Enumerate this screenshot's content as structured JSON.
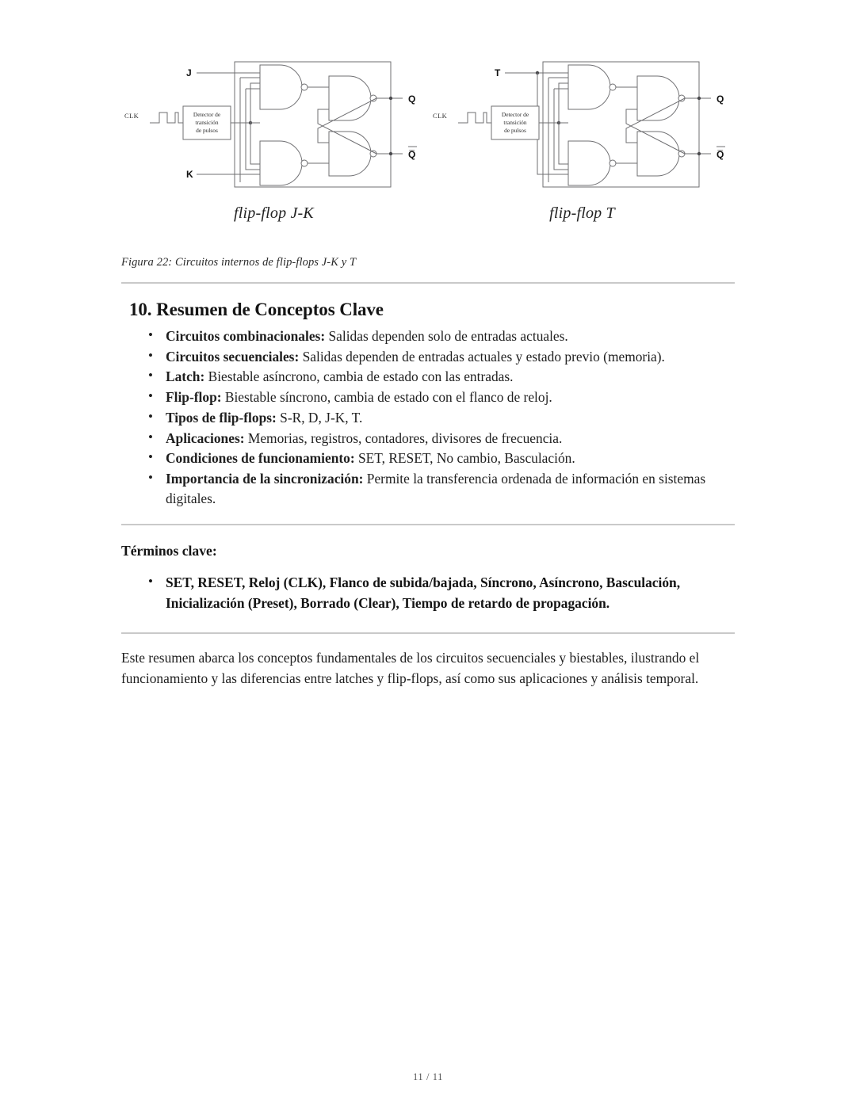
{
  "figure": {
    "diagrams": [
      {
        "name": "flip-flop-jk",
        "caption": "flip-flop J-K",
        "inputs": [
          "J",
          "K"
        ],
        "clock_label": "CLK",
        "detector_lines": [
          "Detector de",
          "transición",
          "de pulsos"
        ],
        "outputs": [
          "Q",
          "Q̅"
        ]
      },
      {
        "name": "flip-flop-t",
        "caption": "flip-flop T",
        "inputs": [
          "T"
        ],
        "clock_label": "CLK",
        "detector_lines": [
          "Detector de",
          "transición",
          "de pulsos"
        ],
        "outputs": [
          "Q",
          "Q̅"
        ]
      }
    ],
    "caption": "Figura 22: Circuitos internos de flip-flops J-K y T"
  },
  "section": {
    "title": "10. Resumen de Conceptos Clave",
    "bullets": [
      {
        "term": "Circuitos combinacionales:",
        "text": " Salidas dependen solo de entradas actuales."
      },
      {
        "term": "Circuitos secuenciales:",
        "text": " Salidas dependen de entradas actuales y estado previo (memoria)."
      },
      {
        "term": "Latch:",
        "text": " Biestable asíncrono, cambia de estado con las entradas."
      },
      {
        "term": "Flip-flop:",
        "text": " Biestable síncrono, cambia de estado con el flanco de reloj."
      },
      {
        "term": "Tipos de flip-flops:",
        "text": " S-R, D, J-K, T."
      },
      {
        "term": "Aplicaciones:",
        "text": " Memorias, registros, contadores, divisores de frecuencia."
      },
      {
        "term": "Condiciones de funcionamiento:",
        "text": " SET, RESET, No cambio, Basculación."
      },
      {
        "term": "Importancia de la sincronización:",
        "text": " Permite la transferencia ordenada de información en sistemas digitales."
      }
    ]
  },
  "terms": {
    "label": "Términos clave:",
    "items": [
      "SET, RESET, Reloj (CLK), Flanco de subida/bajada, Síncrono, Asíncrono, Basculación, Inicialización (Preset), Borrado (Clear), Tiempo de retardo de propagación."
    ]
  },
  "closing": "Este resumen abarca los conceptos fundamentales de los circuitos secuenciales y biestables, ilustrando el funcionamiento y las diferencias entre latches y flip-flops, así como sus aplicaciones y análisis temporal.",
  "footer": {
    "page_indicator": "11 / 11"
  },
  "colors": {
    "text": "#1c1c1c",
    "rule": "#c9c9c9",
    "diagram_stroke": "#6f6f72",
    "background": "#ffffff"
  }
}
